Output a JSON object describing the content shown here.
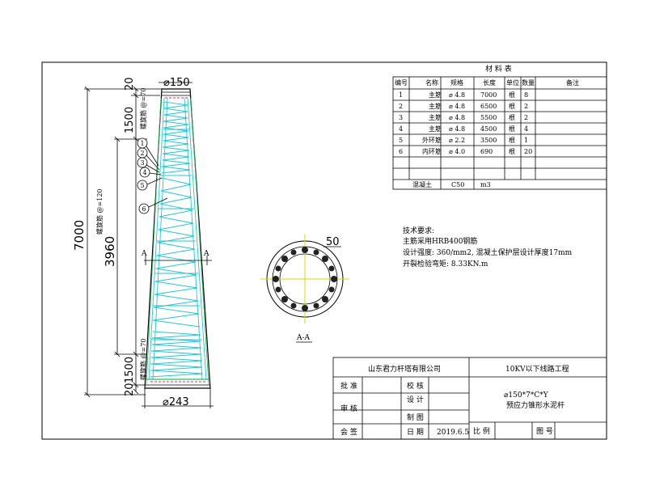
{
  "drawing": {
    "dims": {
      "top_gap": "20",
      "top_zone": "1500",
      "top_zone_note": "螺旋筋 @=70",
      "mid_zone": "3960",
      "mid_zone_note": "螺旋筋 @=120",
      "bottom_zone": "1500",
      "bottom_zone_note": "螺旋筋 @=70",
      "bottom_gap": "20",
      "total": "7000",
      "top_dia": "⌀150",
      "bottom_dia": "⌀243",
      "section_mark": "A",
      "section_radius": "50",
      "section_label": "A-A"
    },
    "callouts": [
      "1",
      "2",
      "3",
      "4",
      "5",
      "6"
    ]
  },
  "materials": {
    "title": "材 料 表",
    "headers": [
      "编号",
      "名称",
      "规格",
      "长度",
      "单位",
      "数量",
      "备注"
    ],
    "rows": [
      [
        "1",
        "主筋",
        "⌀ 4.8",
        "7000",
        "根",
        "8",
        ""
      ],
      [
        "2",
        "主筋",
        "⌀ 4.8",
        "6500",
        "根",
        "2",
        ""
      ],
      [
        "3",
        "主筋",
        "⌀ 4.8",
        "5500",
        "根",
        "2",
        ""
      ],
      [
        "4",
        "主筋",
        "⌀ 4.8",
        "4500",
        "根",
        "4",
        ""
      ],
      [
        "5",
        "外环筋",
        "⌀ 2.2",
        "3500",
        "根",
        "1",
        ""
      ],
      [
        "6",
        "内环筋",
        "⌀ 4.0",
        "690",
        "根",
        "20",
        ""
      ],
      [
        "",
        "",
        "",
        "",
        "",
        "",
        ""
      ],
      [
        "",
        "",
        "",
        "",
        "",
        "",
        ""
      ]
    ],
    "concrete": [
      "混凝土",
      "C50",
      "m3"
    ]
  },
  "notes": {
    "title": "技术要求:",
    "lines": [
      "主筋采用HRB400钢筋",
      "设计强度: 360/mm2, 混凝土保护层设计厚度17mm",
      "开裂检验弯矩: 8.33KN.m"
    ]
  },
  "title_block": {
    "company": "山东君力杆塔有限公司",
    "project": "10KV以下线路工程",
    "approve": "批 准",
    "check": "校 核",
    "review": "审 核",
    "design": "设 计",
    "draw": "制 图",
    "countersign": "会 签",
    "date_label": "日 期",
    "date": "2019.6.5",
    "product_code": "⌀150*7*C*Y",
    "product_name": "预应力锥形水泥杆",
    "scale": "比 例",
    "drawing_no": "图 号"
  }
}
